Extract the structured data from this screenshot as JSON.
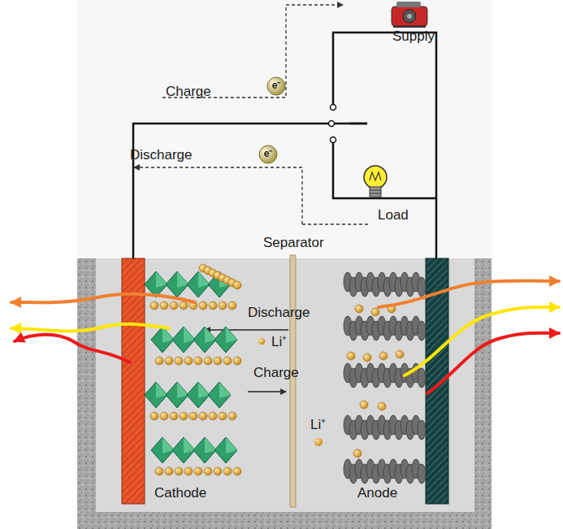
{
  "diagram": {
    "labels": [
      "Charge",
      "e⁻",
      "Supply",
      "Discharge",
      "e⁻",
      "Load",
      "Separator",
      "Discharge",
      "Li⁺",
      "Charge",
      "Li⁺",
      "Cathode",
      "Anode"
    ]
  }
}
